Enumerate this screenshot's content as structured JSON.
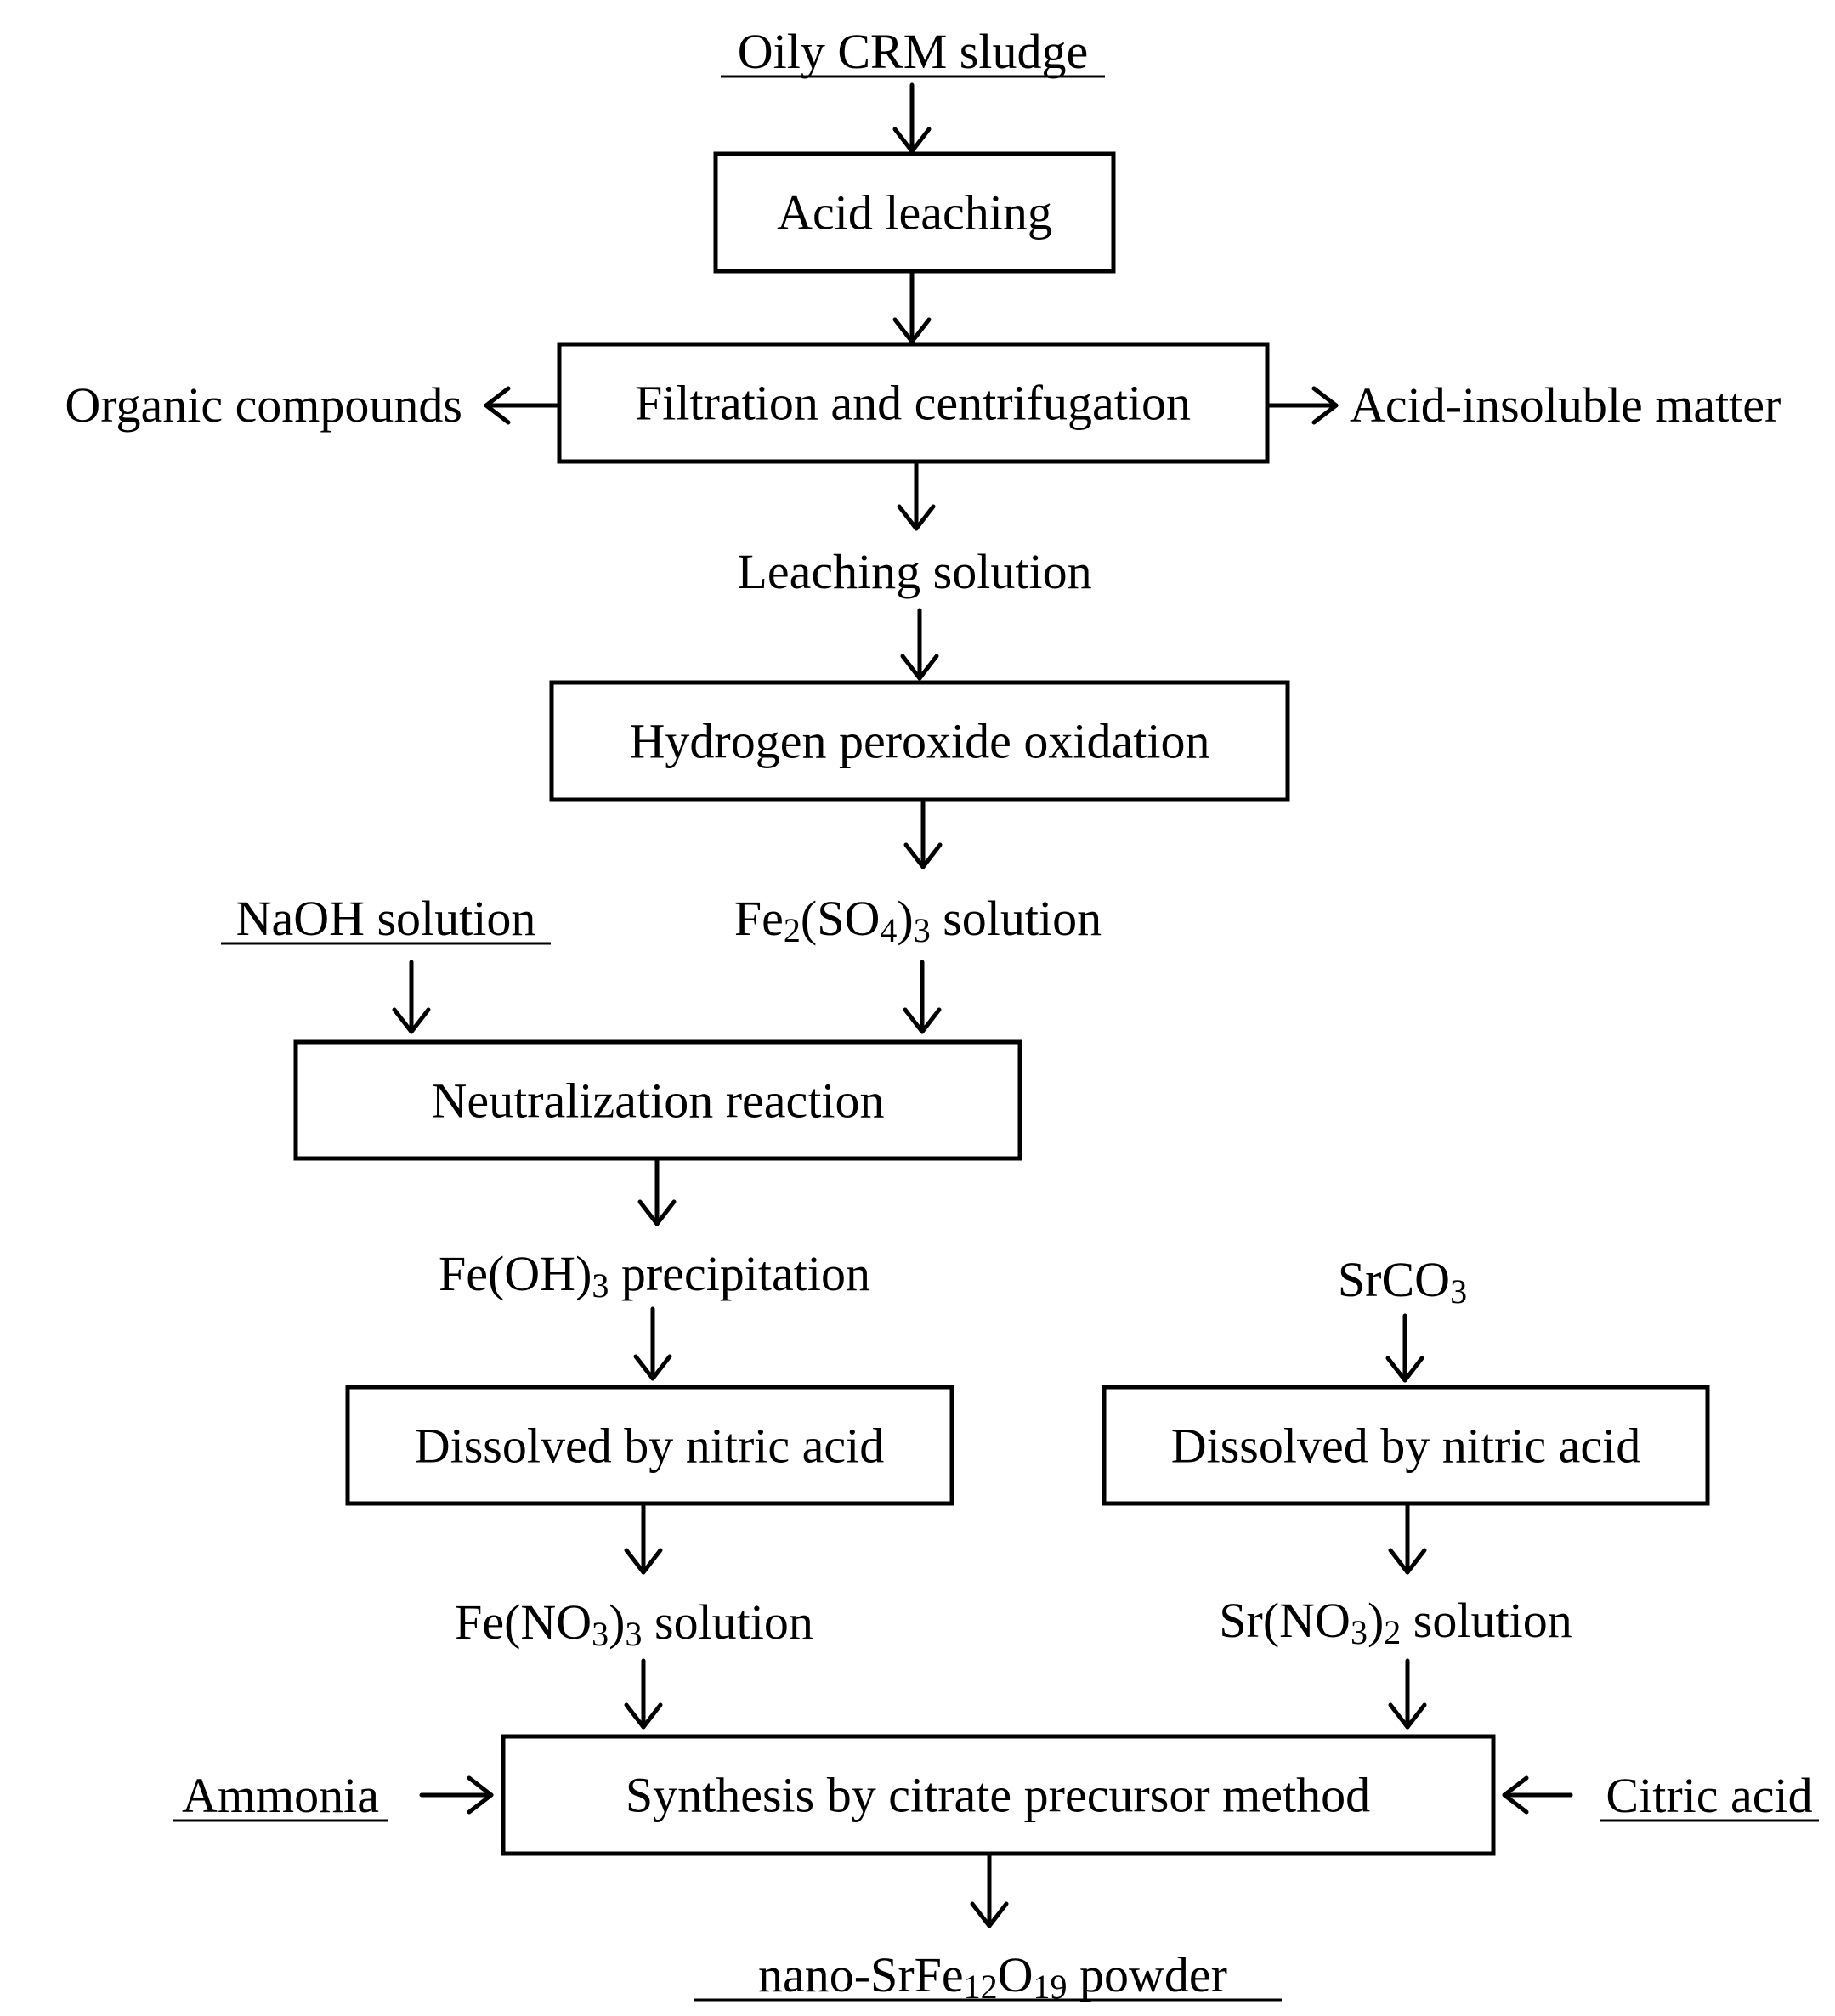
{
  "inputs": {
    "sludge": "Oily CRM sludge",
    "naoh": "NaOH solution",
    "srco3_main": "SrCO",
    "srco3_sub": "3",
    "ammonia": "Ammonia",
    "citric": "Citric acid"
  },
  "steps": {
    "acid_leaching": "Acid leaching",
    "filtration": "Filtration and centrifugation",
    "h2o2": "Hydrogen peroxide oxidation",
    "neutralization": "Neutralization reaction",
    "dissolve_fe": "Dissolved by nitric acid",
    "dissolve_sr": "Dissolved by nitric acid",
    "synthesis": "Synthesis by citrate precursor method"
  },
  "byproducts": {
    "organic": "Organic compounds",
    "insoluble": "Acid-insoluble matter"
  },
  "intermediates": {
    "leaching_solution": "Leaching solution",
    "fe2so43": {
      "p1": "Fe",
      "s1": "2",
      "p2": "(SO",
      "s2": "4",
      "p3": ")",
      "s3": "3",
      "p4": " solution"
    },
    "feoh3": {
      "p1": "Fe(OH)",
      "s1": "3",
      "p2": " precipitation"
    },
    "feno33": {
      "p1": "Fe(NO",
      "s1": "3",
      "p2": ")",
      "s2": "3",
      "p3": " solution"
    },
    "srno32": {
      "p1": "Sr(NO",
      "s1": "3",
      "p2": ")",
      "s2": "2",
      "p3": " solution"
    }
  },
  "product": {
    "p1": "nano-SrFe",
    "s1": "12",
    "p2": "O",
    "s2": "19",
    "p3": " powder"
  }
}
